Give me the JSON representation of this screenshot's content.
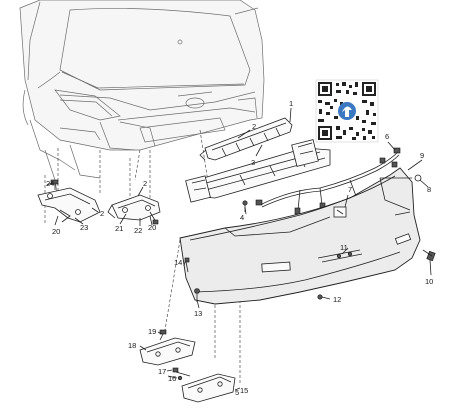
{
  "diagram": {
    "labels": [
      "1",
      "2",
      "3",
      "4",
      "5",
      "6",
      "7",
      "8",
      "9",
      "10",
      "11",
      "12",
      "13",
      "14",
      "15",
      "16",
      "17",
      "18",
      "19",
      "20",
      "21",
      "22",
      "23",
      "24"
    ],
    "callouts": {
      "c1": "1",
      "c2a": "2",
      "c3": "3",
      "c4": "4",
      "c5": "5",
      "c6": "6",
      "c7": "7",
      "c8": "8",
      "c9": "9",
      "c10": "10",
      "c11": "11",
      "c12": "12",
      "c13": "13",
      "c14": "14",
      "c15": "15",
      "c16": "16",
      "c17": "17",
      "c18": "18",
      "c19": "19",
      "c20a": "20",
      "c20b": "20",
      "c21": "21",
      "c22": "22",
      "c23": "23",
      "c24": "24",
      "c2b": "2",
      "c2c": "2"
    },
    "qr_badge_color": "#3a78c2"
  }
}
